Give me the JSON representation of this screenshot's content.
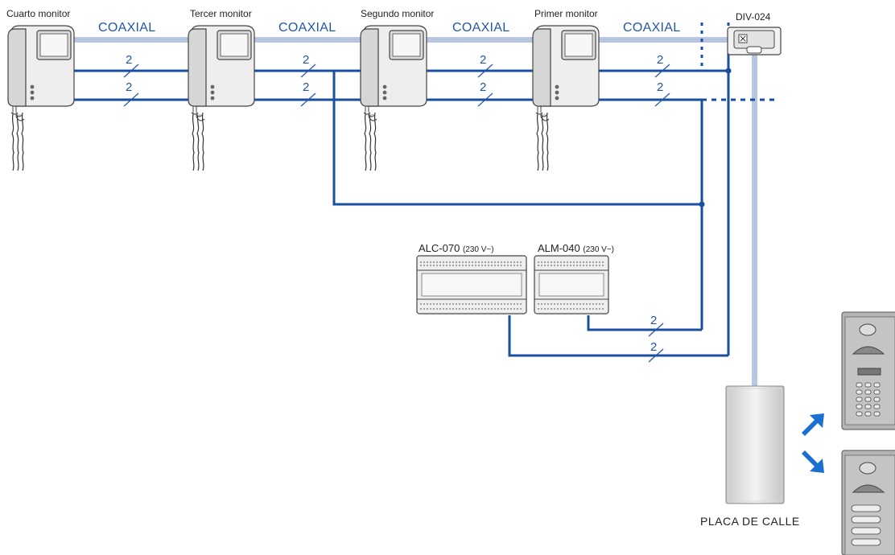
{
  "monitors": [
    {
      "label": "Cuarto monitor"
    },
    {
      "label": "Tercer monitor"
    },
    {
      "label": "Segundo monitor"
    },
    {
      "label": "Primer monitor"
    }
  ],
  "coaxial_label": "COAXIAL",
  "wire_count_label": "2",
  "distributor": {
    "label": "DIV-024"
  },
  "power_supplies": [
    {
      "model": "ALC-070",
      "voltage": "(230 V~)"
    },
    {
      "model": "ALM-040",
      "voltage": "(230 V~)"
    }
  ],
  "street_panel": {
    "label": "PLACA DE CALLE"
  },
  "colors": {
    "wire": "#1a4fa0",
    "coaxial": "#b8c6e0",
    "label": "#2456a6"
  }
}
